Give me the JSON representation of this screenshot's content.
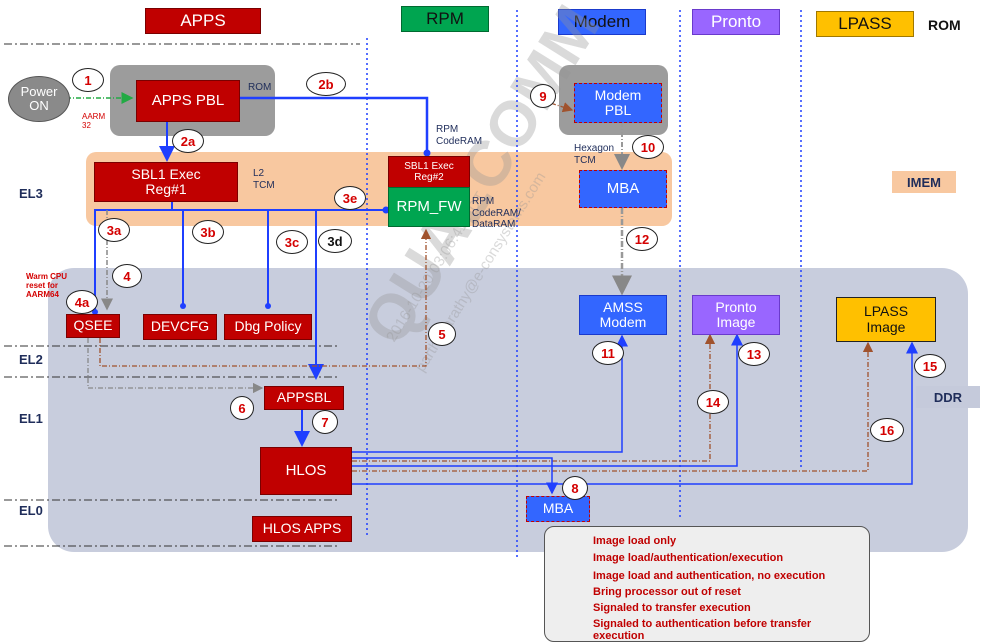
{
  "headers": {
    "apps": "APPS",
    "rpm": "RPM",
    "modem": "Modem",
    "pronto": "Pronto",
    "lpass": "LPASS",
    "rom": "ROM"
  },
  "regions": {
    "imem": "IMEM",
    "ddr": "DDR"
  },
  "levels": {
    "el3": "EL3",
    "el2": "EL2",
    "el1": "EL1",
    "el0": "EL0"
  },
  "blocks": {
    "power_on": "Power ON",
    "apps_pbl": "APPS PBL",
    "sbl1_exec_reg1": "SBL1 Exec Reg#1",
    "sbl1_exec_reg2": "SBL1 Exec Reg#2",
    "rpm_fw": "RPM_FW",
    "modem_pbl": "Modem PBL",
    "mba_imem": "MBA",
    "qsee": "QSEE",
    "devcfg": "DEVCFG",
    "dbg_policy": "Dbg Policy",
    "appsbl": "APPSBL",
    "hlos": "HLOS",
    "hlos_apps": "HLOS APPS",
    "mba_ddr": "MBA",
    "amss_modem": "AMSS Modem",
    "pronto_image": "Pronto Image",
    "lpass_image": "LPASS Image"
  },
  "labels": {
    "rom": "ROM",
    "aarm32": "AARM 32",
    "l2_tcm": "L2 TCM",
    "rpm_coderam": "RPM CodeRAM",
    "rpm_coderam_dataram": "RPM CodeRAM/ DataRAM",
    "hexagon_tcm": "Hexagon TCM",
    "warm_cpu_reset": "Warm CPU reset for AARM64"
  },
  "steps": [
    "1",
    "2a",
    "2b",
    "3a",
    "3b",
    "3c",
    "3d",
    "3e",
    "4",
    "4a",
    "5",
    "6",
    "7",
    "8",
    "9",
    "10",
    "11",
    "12",
    "13",
    "14",
    "15",
    "16"
  ],
  "legend": {
    "items": [
      "Image load only",
      "Image load/authentication/execution",
      "Image load and authentication, no execution",
      "Bring processor out of reset",
      "Signaled to transfer execution",
      "Signaled to authentication before transfer execution"
    ]
  },
  "watermark": {
    "brand": "QUALCOMM",
    "date": "2016-10-20 03:06:41 PDT",
    "email": "parthasarathy@e-consystems.com"
  },
  "colors": {
    "red_block": "#c00000",
    "blue_block": "#3366ff",
    "green_block": "#00a550",
    "purple_block": "#9966ff",
    "lpass_block": "#ffc000",
    "imem_band": "#f8c8a0",
    "ddr_region": "#c5cadb",
    "line_blue": "#1f3fff",
    "line_orange": "#a0522d"
  }
}
